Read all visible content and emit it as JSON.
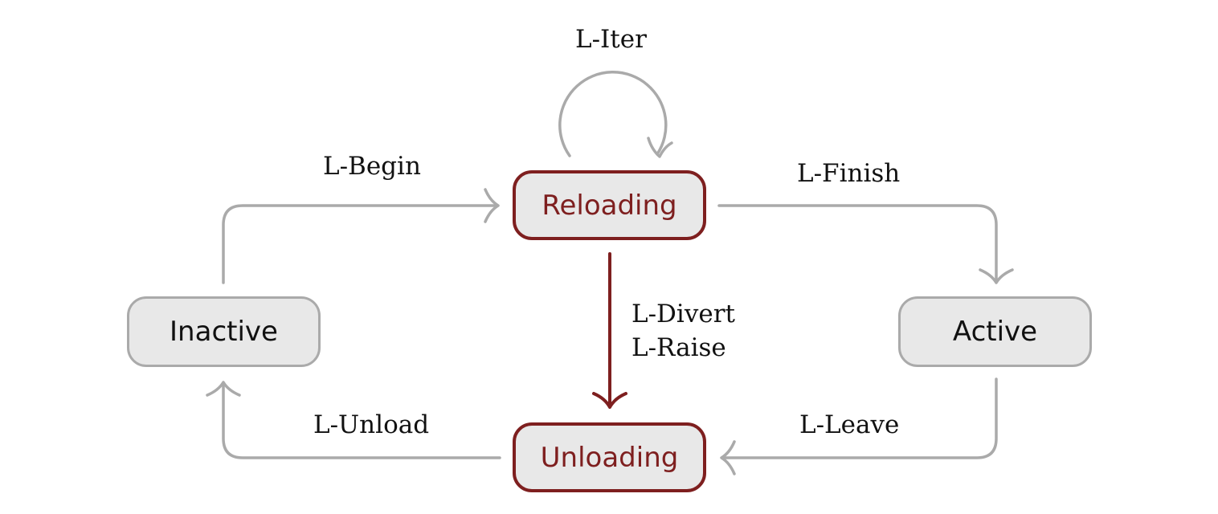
{
  "states": {
    "reloading": "Reloading",
    "unloading": "Unloading",
    "inactive": "Inactive",
    "active": "Active"
  },
  "transitions": {
    "iter": "L-Iter",
    "begin": "L-Begin",
    "finish": "L-Finish",
    "divert": "L-Divert",
    "raise": "L-Raise",
    "unload": "L-Unload",
    "leave": "L-Leave"
  },
  "colors": {
    "highlight": "#7e1f1f",
    "normal_edge": "#aaaaaa",
    "node_fill": "#e8e8e8"
  }
}
